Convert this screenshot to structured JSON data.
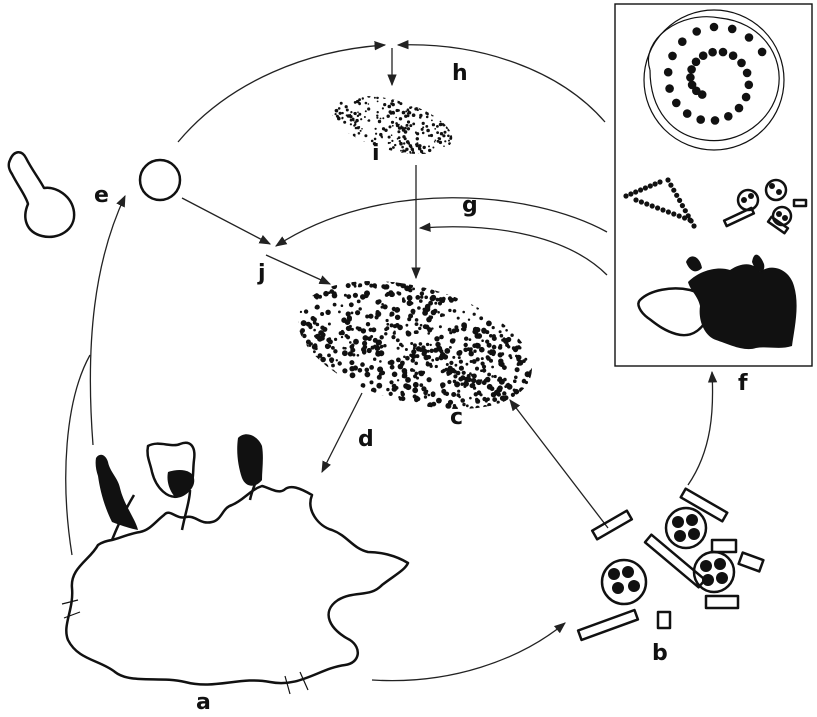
{
  "diagram": {
    "labels": {
      "a": "a",
      "b": "b",
      "c": "c",
      "d": "d",
      "e": "e",
      "f": "f",
      "g": "g",
      "h": "h",
      "i": "i",
      "j": "j"
    },
    "colors": {
      "ink": "#111111",
      "background": "#ffffff"
    }
  }
}
